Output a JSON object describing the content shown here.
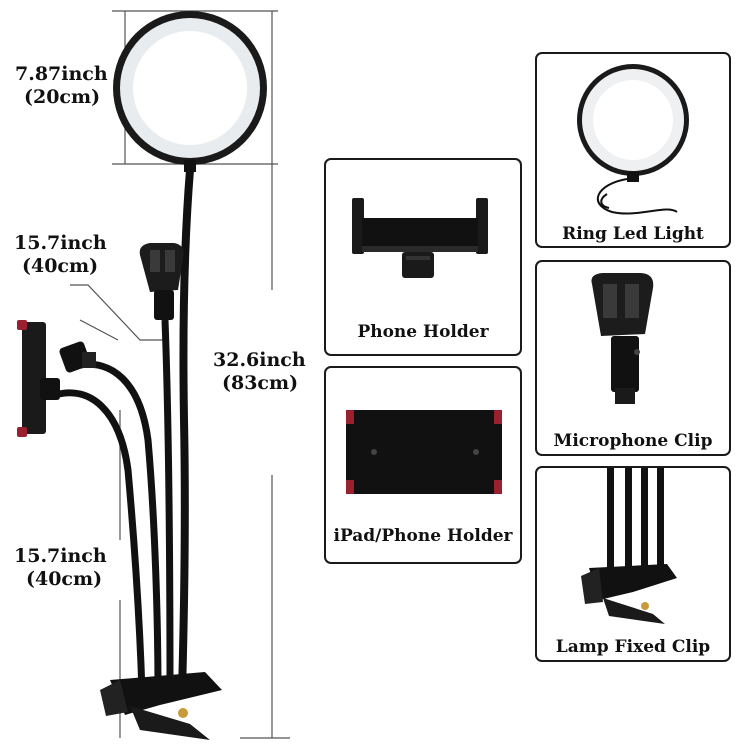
{
  "dimensions": {
    "ring_diameter": {
      "inch": "7.87inch",
      "cm": "(20cm)"
    },
    "arm_length_top": {
      "inch": "15.7inch",
      "cm": "(40cm)"
    },
    "total_height": {
      "inch": "32.6inch",
      "cm": "(83cm)"
    },
    "arm_length_bottom": {
      "inch": "15.7inch",
      "cm": "(40cm)"
    }
  },
  "cards": {
    "ring_led_light": "Ring Led Light",
    "phone_holder": "Phone Holder",
    "microphone_clip": "Microphone Clip",
    "ipad_phone_holder": "iPad/Phone Holder",
    "lamp_fixed_clip": "Lamp Fixed Clip"
  },
  "colors": {
    "product_black": "#111111",
    "accent_red": "#9a2030",
    "ring_light_glow": "#f4f6f8",
    "brass_screw": "#c89a3a"
  }
}
